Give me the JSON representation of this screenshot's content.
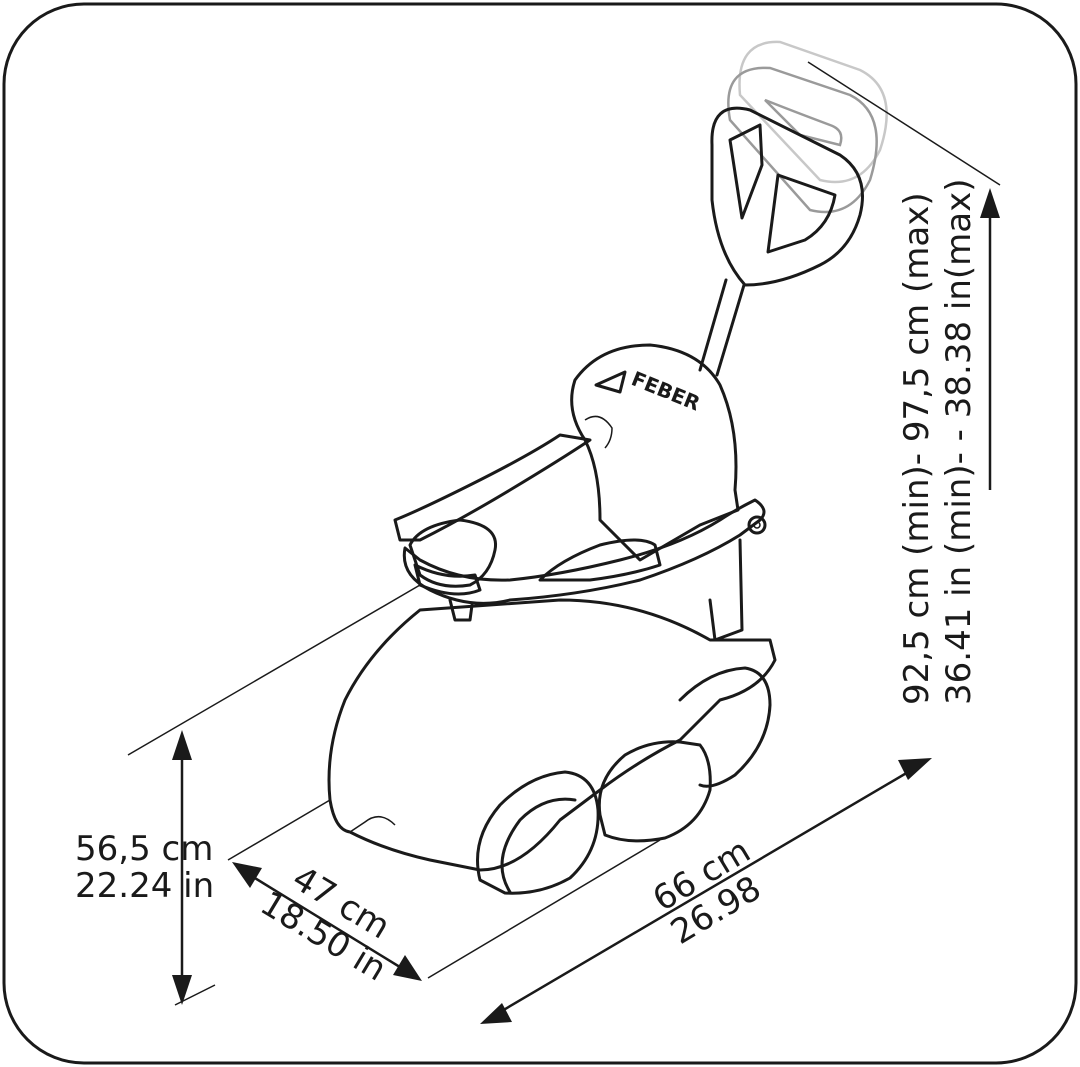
{
  "brand": {
    "logo_text": "FEBER"
  },
  "dimensions": {
    "height": {
      "metric": "56,5 cm",
      "imperial": "22.24 in"
    },
    "width": {
      "metric": "47 cm",
      "imperial": "18.50 in"
    },
    "length": {
      "metric": "66 cm",
      "imperial": "26.98"
    },
    "handle_height": {
      "metric": "92,5 cm (min)- 97,5 cm (max)",
      "imperial": "36.41 in (min)- - 38.38 in(max)"
    }
  }
}
